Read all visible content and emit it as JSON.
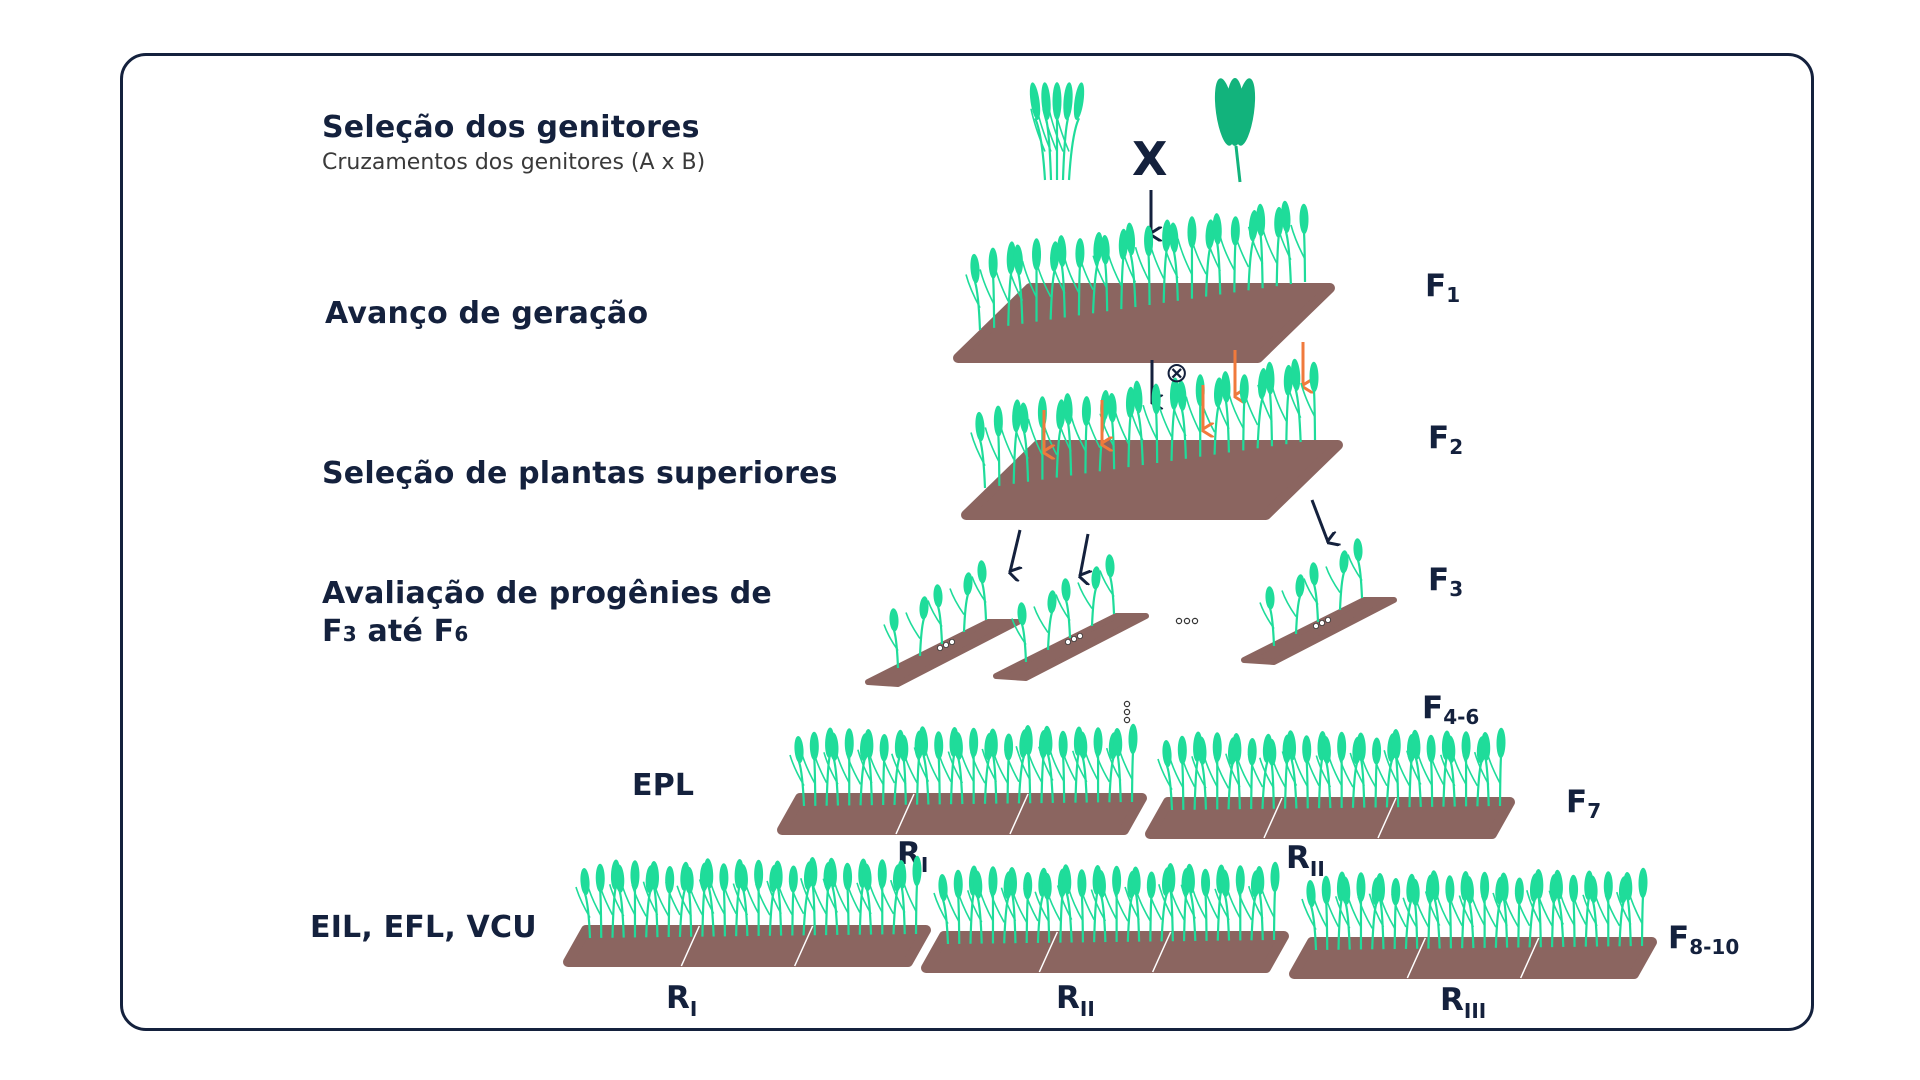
{
  "steps": {
    "parents_title": "Seleção dos genitores",
    "parents_subtitle": "Cruzamentos dos genitores (A x B)",
    "advance": "Avanço de geração",
    "superior": "Seleção de plantas superiores",
    "progeny_line1": "Avaliação de progênies de",
    "progeny_line2_a": "F",
    "progeny_line2_a_sub": "3",
    "progeny_line2_b": " até F",
    "progeny_line2_b_sub": "6",
    "epl": "EPL",
    "trials": "EIL, EFL, VCU"
  },
  "cross_symbol": "X",
  "selfing_symbol": "⊗",
  "generations": [
    {
      "letter": "F",
      "sub": "1"
    },
    {
      "letter": "F",
      "sub": "2"
    },
    {
      "letter": "F",
      "sub": "3"
    },
    {
      "letter": "F",
      "sub": "4-6"
    },
    {
      "letter": "F",
      "sub": "7"
    },
    {
      "letter": "F",
      "sub": "8-10"
    }
  ],
  "replicates_epl": [
    {
      "letter": "R",
      "sub": "I"
    },
    {
      "letter": "R",
      "sub": "II"
    }
  ],
  "replicates_trials": [
    {
      "letter": "R",
      "sub": "I"
    },
    {
      "letter": "R",
      "sub": "II"
    },
    {
      "letter": "R",
      "sub": "III"
    }
  ],
  "colors": {
    "plant": "#1fdc9a",
    "plant_dark": "#12b37c",
    "soil": "#8b6560",
    "arrow": "#14213d",
    "selection_arrow": "#f07a3c",
    "frame": "#14213d"
  },
  "icons": [
    "wheat-plant-icon",
    "wheat-ear-icon",
    "cross-icon",
    "selfing-icon",
    "down-arrow-icon",
    "selection-arrow-icon",
    "ellipsis-icon"
  ]
}
